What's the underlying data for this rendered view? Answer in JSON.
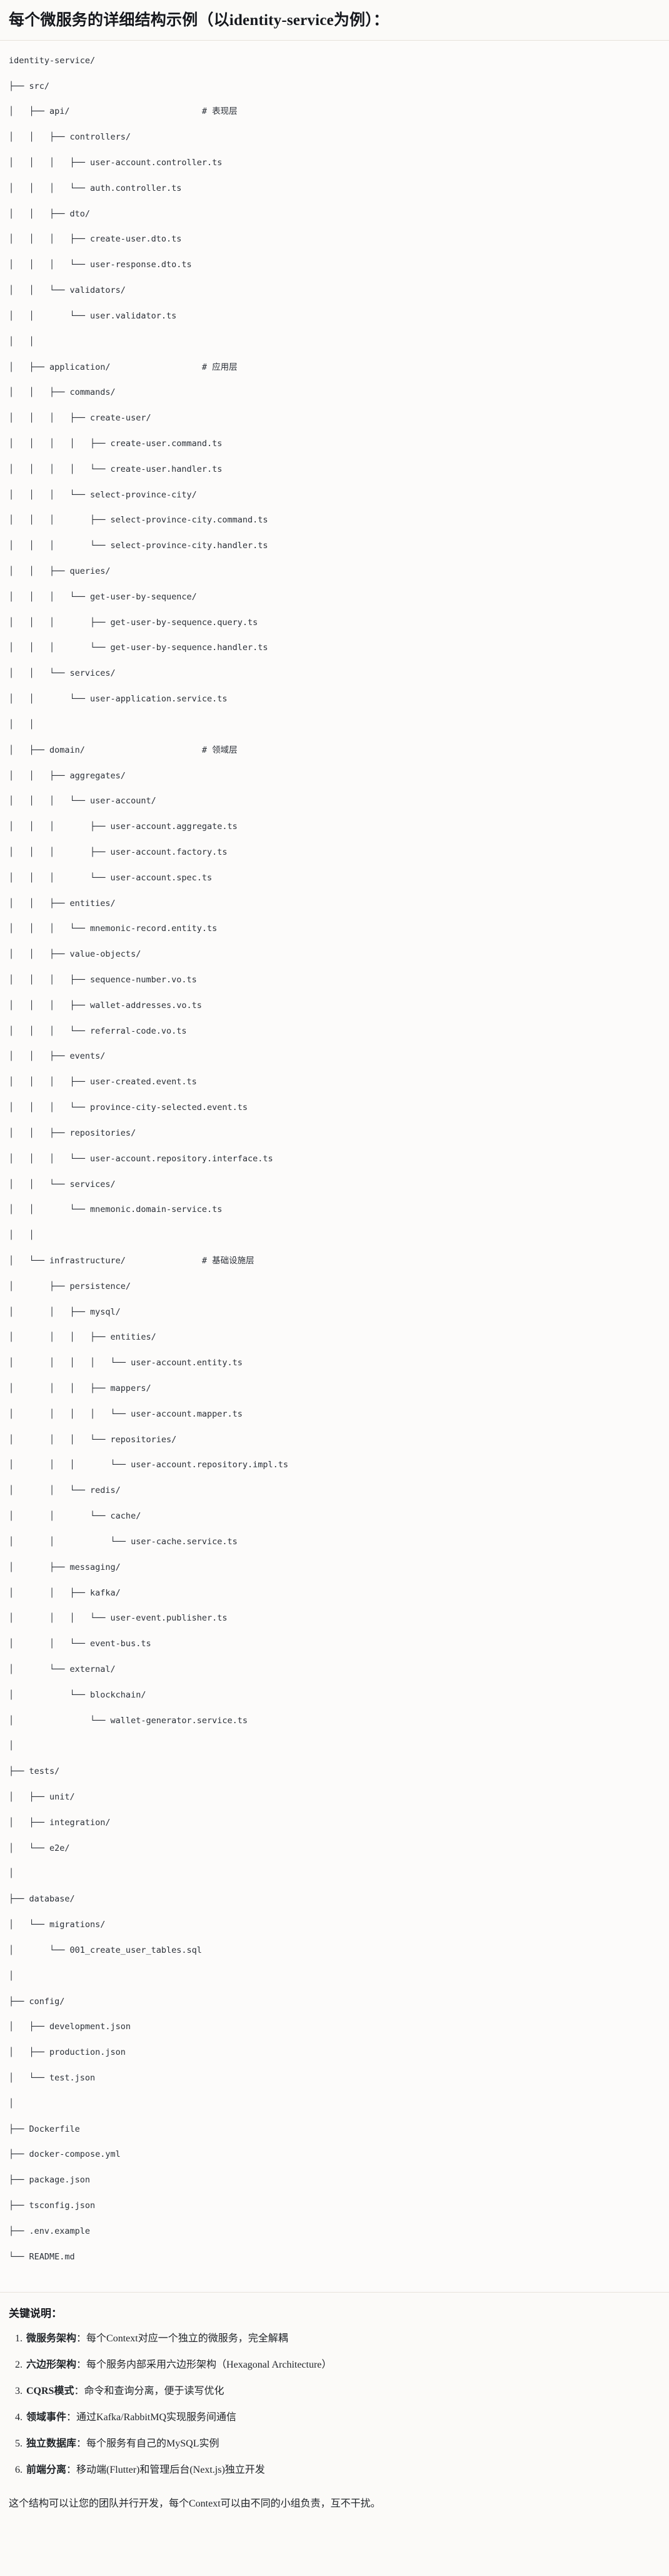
{
  "heading": "每个微服务的详细结构示例（以identity-service为例）：",
  "tree": {
    "lines": [
      "identity-service/",
      "├── src/",
      "│   ├── api/                          # 表现层",
      "│   │   ├── controllers/",
      "│   │   │   ├── user-account.controller.ts",
      "│   │   │   └── auth.controller.ts",
      "│   │   ├── dto/",
      "│   │   │   ├── create-user.dto.ts",
      "│   │   │   └── user-response.dto.ts",
      "│   │   └── validators/",
      "│   │       └── user.validator.ts",
      "│   │",
      "│   ├── application/                  # 应用层",
      "│   │   ├── commands/",
      "│   │   │   ├── create-user/",
      "│   │   │   │   ├── create-user.command.ts",
      "│   │   │   │   └── create-user.handler.ts",
      "│   │   │   └── select-province-city/",
      "│   │   │       ├── select-province-city.command.ts",
      "│   │   │       └── select-province-city.handler.ts",
      "│   │   ├── queries/",
      "│   │   │   └── get-user-by-sequence/",
      "│   │   │       ├── get-user-by-sequence.query.ts",
      "│   │   │       └── get-user-by-sequence.handler.ts",
      "│   │   └── services/",
      "│   │       └── user-application.service.ts",
      "│   │",
      "│   ├── domain/                       # 领域层",
      "│   │   ├── aggregates/",
      "│   │   │   └── user-account/",
      "│   │   │       ├── user-account.aggregate.ts",
      "│   │   │       ├── user-account.factory.ts",
      "│   │   │       └── user-account.spec.ts",
      "│   │   ├── entities/",
      "│   │   │   └── mnemonic-record.entity.ts",
      "│   │   ├── value-objects/",
      "│   │   │   ├── sequence-number.vo.ts",
      "│   │   │   ├── wallet-addresses.vo.ts",
      "│   │   │   └── referral-code.vo.ts",
      "│   │   ├── events/",
      "│   │   │   ├── user-created.event.ts",
      "│   │   │   └── province-city-selected.event.ts",
      "│   │   ├── repositories/",
      "│   │   │   └── user-account.repository.interface.ts",
      "│   │   └── services/",
      "│   │       └── mnemonic.domain-service.ts",
      "│   │",
      "│   └── infrastructure/               # 基础设施层",
      "│       ├── persistence/",
      "│       │   ├── mysql/",
      "│       │   │   ├── entities/",
      "│       │   │   │   └── user-account.entity.ts",
      "│       │   │   ├── mappers/",
      "│       │   │   │   └── user-account.mapper.ts",
      "│       │   │   └── repositories/",
      "│       │   │       └── user-account.repository.impl.ts",
      "│       │   └── redis/",
      "│       │       └── cache/",
      "│       │           └── user-cache.service.ts",
      "│       ├── messaging/",
      "│       │   ├── kafka/",
      "│       │   │   └── user-event.publisher.ts",
      "│       │   └── event-bus.ts",
      "│       └── external/",
      "│           └── blockchain/",
      "│               └── wallet-generator.service.ts",
      "│",
      "├── tests/",
      "│   ├── unit/",
      "│   ├── integration/",
      "│   └── e2e/",
      "│",
      "├── database/",
      "│   └── migrations/",
      "│       └── 001_create_user_tables.sql",
      "│",
      "├── config/",
      "│   ├── development.json",
      "│   ├── production.json",
      "│   └── test.json",
      "│",
      "├── Dockerfile",
      "├── docker-compose.yml",
      "├── package.json",
      "├── tsconfig.json",
      "├── .env.example",
      "└── README.md"
    ]
  },
  "notes": {
    "title": "关键说明：",
    "items": [
      {
        "term": "微服务架构",
        "sep": "：",
        "body": "每个Context对应一个独立的微服务，完全解耦"
      },
      {
        "term": "六边形架构",
        "sep": "：",
        "body": "每个服务内部采用六边形架构（Hexagonal Architecture）"
      },
      {
        "term": "CQRS模式",
        "sep": "：",
        "body": "命令和查询分离，便于读写优化"
      },
      {
        "term": "领域事件",
        "sep": "：",
        "body": "通过Kafka/RabbitMQ实现服务间通信"
      },
      {
        "term": "独立数据库",
        "sep": "：",
        "body": "每个服务有自己的MySQL实例"
      },
      {
        "term": "前端分离",
        "sep": "：",
        "body": "移动端(Flutter)和管理后台(Next.js)独立开发"
      }
    ],
    "closing": "这个结构可以让您的团队并行开发，每个Context可以由不同的小组负责，互不干扰。"
  }
}
